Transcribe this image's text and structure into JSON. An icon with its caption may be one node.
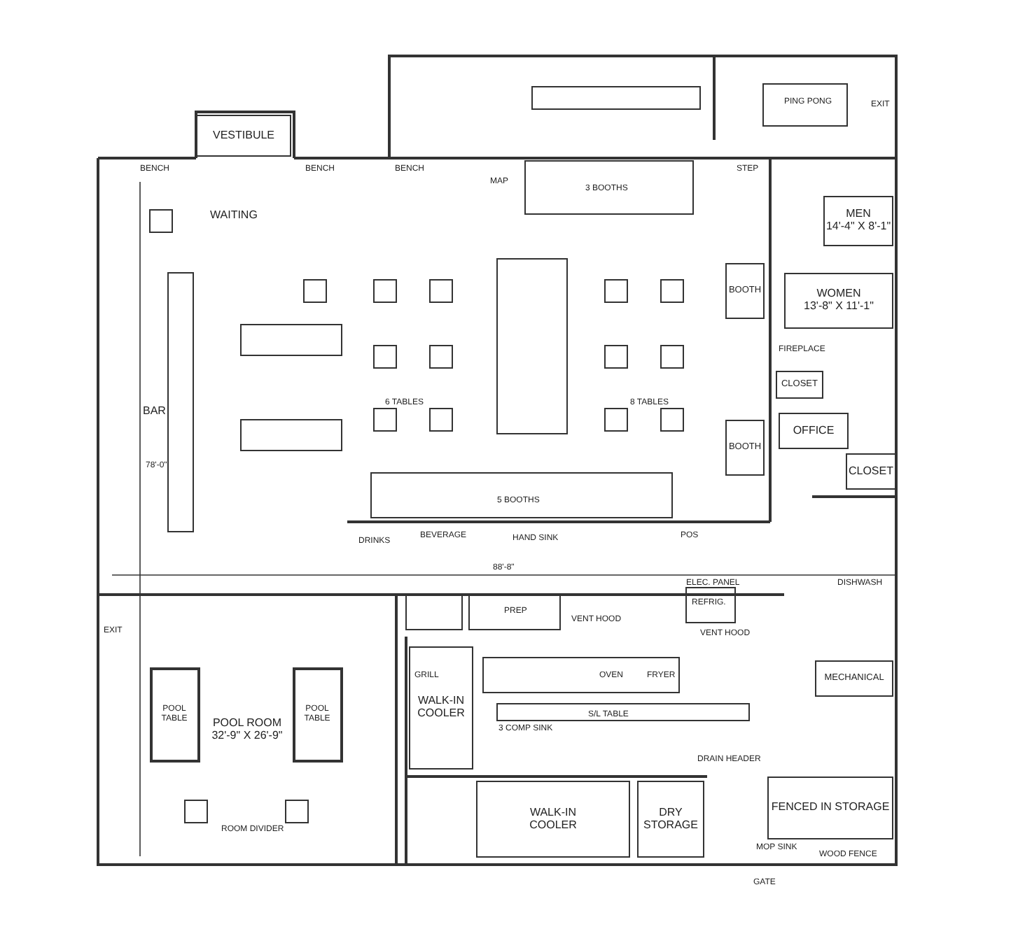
{
  "diagram": {
    "nodes": [
      {
        "text": [
          "VESTIBULE"
        ]
      },
      {
        "text": [
          "MEN",
          "14'-4\" X 8'-1\""
        ]
      },
      {
        "text": [
          "WOMEN",
          "13'-8\" X 11'-1\""
        ]
      },
      {
        "text": [
          "CLOSET"
        ]
      },
      {
        "text": [
          "OFFICE"
        ]
      },
      {
        "text": [
          "CLOSET"
        ]
      },
      {
        "text": [
          "BOOTH"
        ]
      },
      {
        "text": [
          "BOOTH"
        ]
      },
      {
        "text": [
          "POOL ROOM",
          "32'-9\" X 26'-9\""
        ]
      },
      {
        "text": [
          "POOL TABLE"
        ],
        "in": 8
      },
      {
        "text": [
          "POOL TABLE"
        ],
        "in": 8
      },
      {
        "text": [
          "WALK-IN COOLER"
        ]
      },
      {
        "text": [
          "WALK-IN COOLER"
        ]
      },
      {
        "text": [
          "DRY STORAGE"
        ]
      },
      {
        "text": [
          "MECHANICAL"
        ]
      },
      {
        "text": [
          "FENCED IN STORAGE"
        ]
      }
    ],
    "labels": [
      "BENCH",
      "WAITING",
      "BENCH",
      "BENCH",
      "MAP",
      "3 BOOTHS",
      "STEP",
      "PING PONG",
      "EXIT",
      "BAR",
      "78'-0\"",
      "6 TABLES",
      "8 TABLES",
      "5 BOOTHS",
      "FIREPLACE",
      "DRINKS",
      "BEVERAGE",
      "HAND SINK",
      "POS",
      "88'-8\"",
      "DISHWASH",
      "EXIT",
      "PREP",
      "REFRIG.",
      "VENT HOOD",
      "VENT HOOD",
      "ELEC. PANEL",
      "GRILL",
      "OVEN",
      "FRYER",
      "S/L TABLE",
      "3 COMP SINK",
      "DRAIN HEADER",
      "MOP SINK",
      "WOOD FENCE",
      "GATE",
      "ROOM DIVIDER"
    ]
  }
}
